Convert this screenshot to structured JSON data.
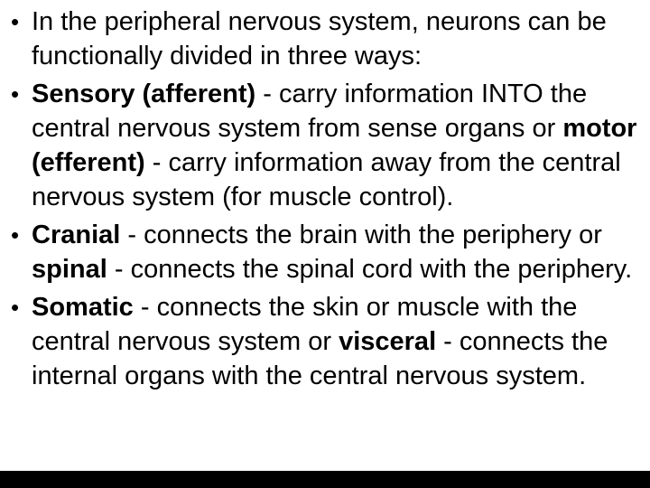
{
  "slide": {
    "background_color": "#ffffff",
    "text_color": "#000000",
    "bottom_bar_color": "#000000",
    "bullet_char": "•",
    "bullets": [
      {
        "segments": [
          {
            "text": "In the peripheral nervous system, neurons can be functionally divided in three ways:",
            "bold": false
          }
        ]
      },
      {
        "segments": [
          {
            "text": "Sensory (afferent)",
            "bold": true
          },
          {
            "text": " - carry information INTO the central nervous system from sense organs or ",
            "bold": false
          },
          {
            "text": "motor (efferent)",
            "bold": true
          },
          {
            "text": " - carry information away from the central nervous system (for muscle control).",
            "bold": false
          }
        ]
      },
      {
        "segments": [
          {
            "text": "Cranial",
            "bold": true
          },
          {
            "text": " - connects the brain with the periphery or ",
            "bold": false
          },
          {
            "text": "spinal",
            "bold": true
          },
          {
            "text": " - connects the spinal cord with the periphery.",
            "bold": false
          }
        ]
      },
      {
        "segments": [
          {
            "text": "Somatic",
            "bold": true
          },
          {
            "text": " - connects the skin or muscle with the central nervous system or ",
            "bold": false
          },
          {
            "text": "visceral",
            "bold": true
          },
          {
            "text": " - connects the internal organs with the central nervous system.",
            "bold": false
          }
        ]
      }
    ]
  }
}
